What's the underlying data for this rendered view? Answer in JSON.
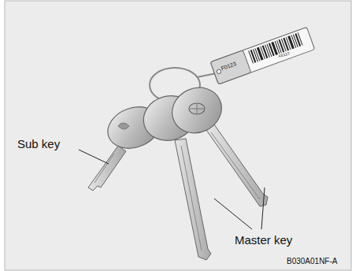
{
  "diagram": {
    "labels": [
      "Sub key",
      "Master key",
      "B030A01NF-A",
      "F0123",
      "F0123"
    ]
  }
}
